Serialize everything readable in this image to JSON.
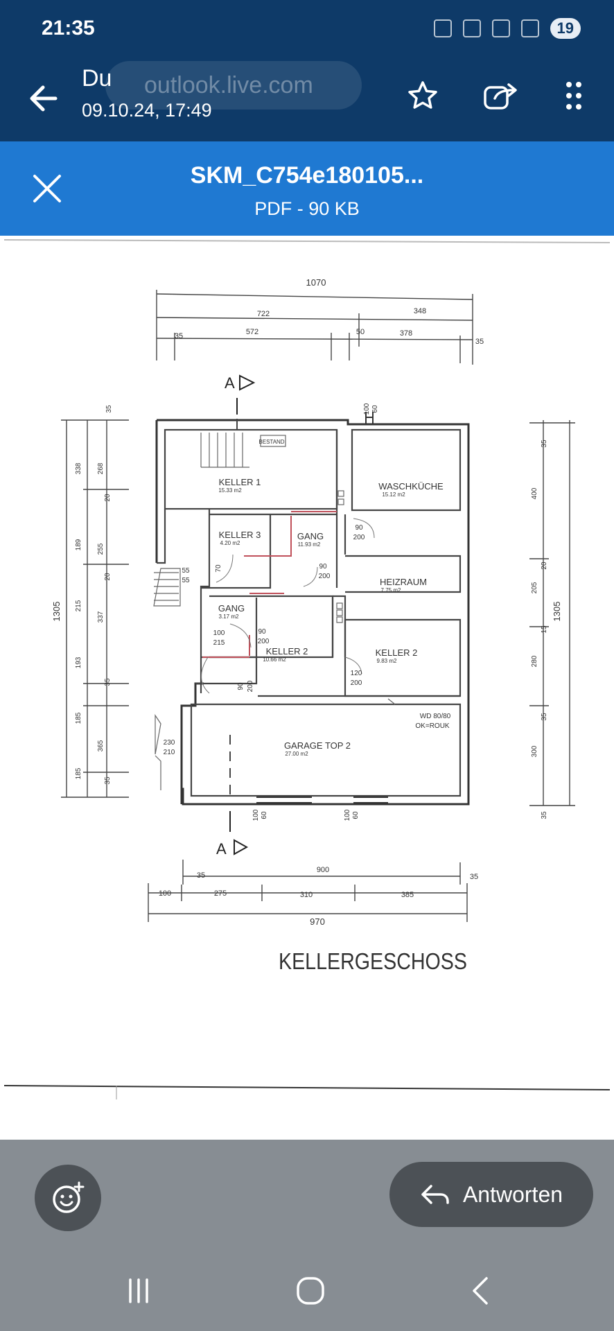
{
  "status_bar": {
    "time": "21:35",
    "battery": "19"
  },
  "toolbar": {
    "sender": "Du",
    "date": "09.10.24, 17:49",
    "url": "outlook.live.com"
  },
  "attachment": {
    "name": "SKM_C754e180105...",
    "meta": "PDF - 90 KB"
  },
  "plan": {
    "title": "KELLERGESCHOSS",
    "top_dims": {
      "total": "1070",
      "a": "722",
      "b": "348",
      "c": "35",
      "d": "572",
      "e": "50",
      "f": "378",
      "g": "35"
    },
    "bottom_dims": {
      "a": "35",
      "b": "900",
      "c": "35",
      "d": "100",
      "e": "275",
      "f": "310",
      "g": "385",
      "total": "970"
    },
    "left_dims": {
      "total": "1305",
      "a": "35",
      "b": "338",
      "c": "268",
      "d": "20",
      "e": "189",
      "f": "255",
      "g": "20",
      "h": "215",
      "i": "337",
      "j": "193",
      "k": "35",
      "l": "185",
      "m": "365",
      "n": "185",
      "o": "35"
    },
    "right_dims": {
      "total": "1305",
      "a": "35",
      "b": "400",
      "c": "20",
      "d": "205",
      "e": "15",
      "f": "280",
      "g": "35",
      "h": "300",
      "i": "35"
    },
    "section_marker": "A",
    "rooms": [
      {
        "name": "KELLER 1",
        "area": "15.33 m2"
      },
      {
        "name": "WASCHKÜCHE",
        "area": "15.12 m2"
      },
      {
        "name": "KELLER 3",
        "area": "4.20 m2"
      },
      {
        "name": "GANG",
        "area": "11.93 m2"
      },
      {
        "name": "HEIZRAUM",
        "area": "7.75 m2"
      },
      {
        "name": "GANG",
        "area": "3.17 m2"
      },
      {
        "name": "KELLER 2",
        "area": "10.66 m2"
      },
      {
        "name": "KELLER 2",
        "area": "9.83 m2"
      },
      {
        "name": "GARAGE TOP 2",
        "area": "27.00 m2"
      }
    ],
    "labels": {
      "bestand": "BESTAND",
      "d90a": "90",
      "d200a": "200",
      "d90b": "90",
      "d200b": "200",
      "d90c": "90",
      "d200c": "200",
      "d100": "100",
      "d215": "215",
      "d120": "120",
      "d200d": "200",
      "d55a": "55",
      "d55b": "55",
      "d70": "70",
      "d230": "230",
      "d210": "210",
      "wd": "WD 80/80",
      "ok": "OK=ROUK",
      "w100a": "100",
      "w60a": "60",
      "w100b": "100",
      "w60b": "60",
      "w100c": "100",
      "w60c": "60",
      "w90": "90",
      "w200": "200"
    }
  },
  "bottom_bar": {
    "reply_label": "Antworten"
  }
}
